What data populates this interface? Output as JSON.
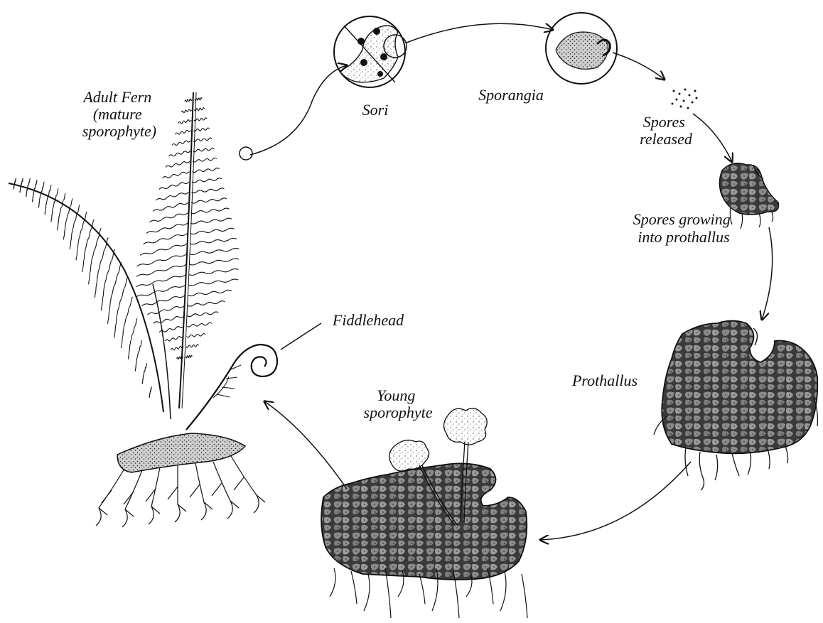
{
  "labels": {
    "adult_fern": [
      "Adult Fern",
      "(mature",
      "sporophyte)"
    ],
    "sori": "Sori",
    "sporangia": "Sporangia",
    "spores_released": [
      "Spores",
      "released"
    ],
    "spores_growing": [
      "Spores growing",
      "into prothallus"
    ],
    "prothallus": "Prothallus",
    "young_sporophyte": [
      "Young",
      "sporophyte"
    ],
    "fiddlehead": "Fiddlehead"
  },
  "colors": {
    "ink": "#111111",
    "tissue": "#4a4a4a",
    "tissue_light": "#b8b8b8",
    "background": "#ffffff"
  }
}
